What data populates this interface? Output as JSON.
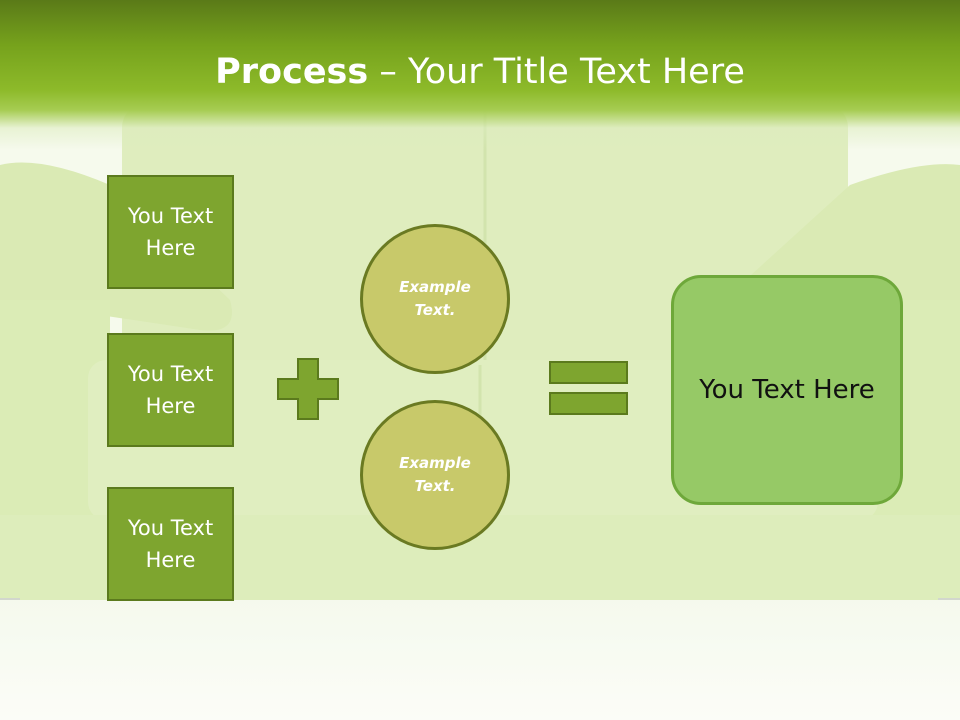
{
  "title": {
    "bold": "Process",
    "rest": " – Your Title Text Here"
  },
  "left_boxes": [
    {
      "label": "You Text Here"
    },
    {
      "label": "You Text Here"
    },
    {
      "label": "You Text Here"
    }
  ],
  "circles": [
    {
      "label": "Example Text."
    },
    {
      "label": "Example Text."
    }
  ],
  "result": {
    "label": "You Text Here"
  },
  "colors": {
    "header": "#76a21c",
    "box_fill": "#7ea52f",
    "circle_fill": "#c8c96a",
    "result_fill": "#96c966",
    "operator": "#7ea52f"
  }
}
